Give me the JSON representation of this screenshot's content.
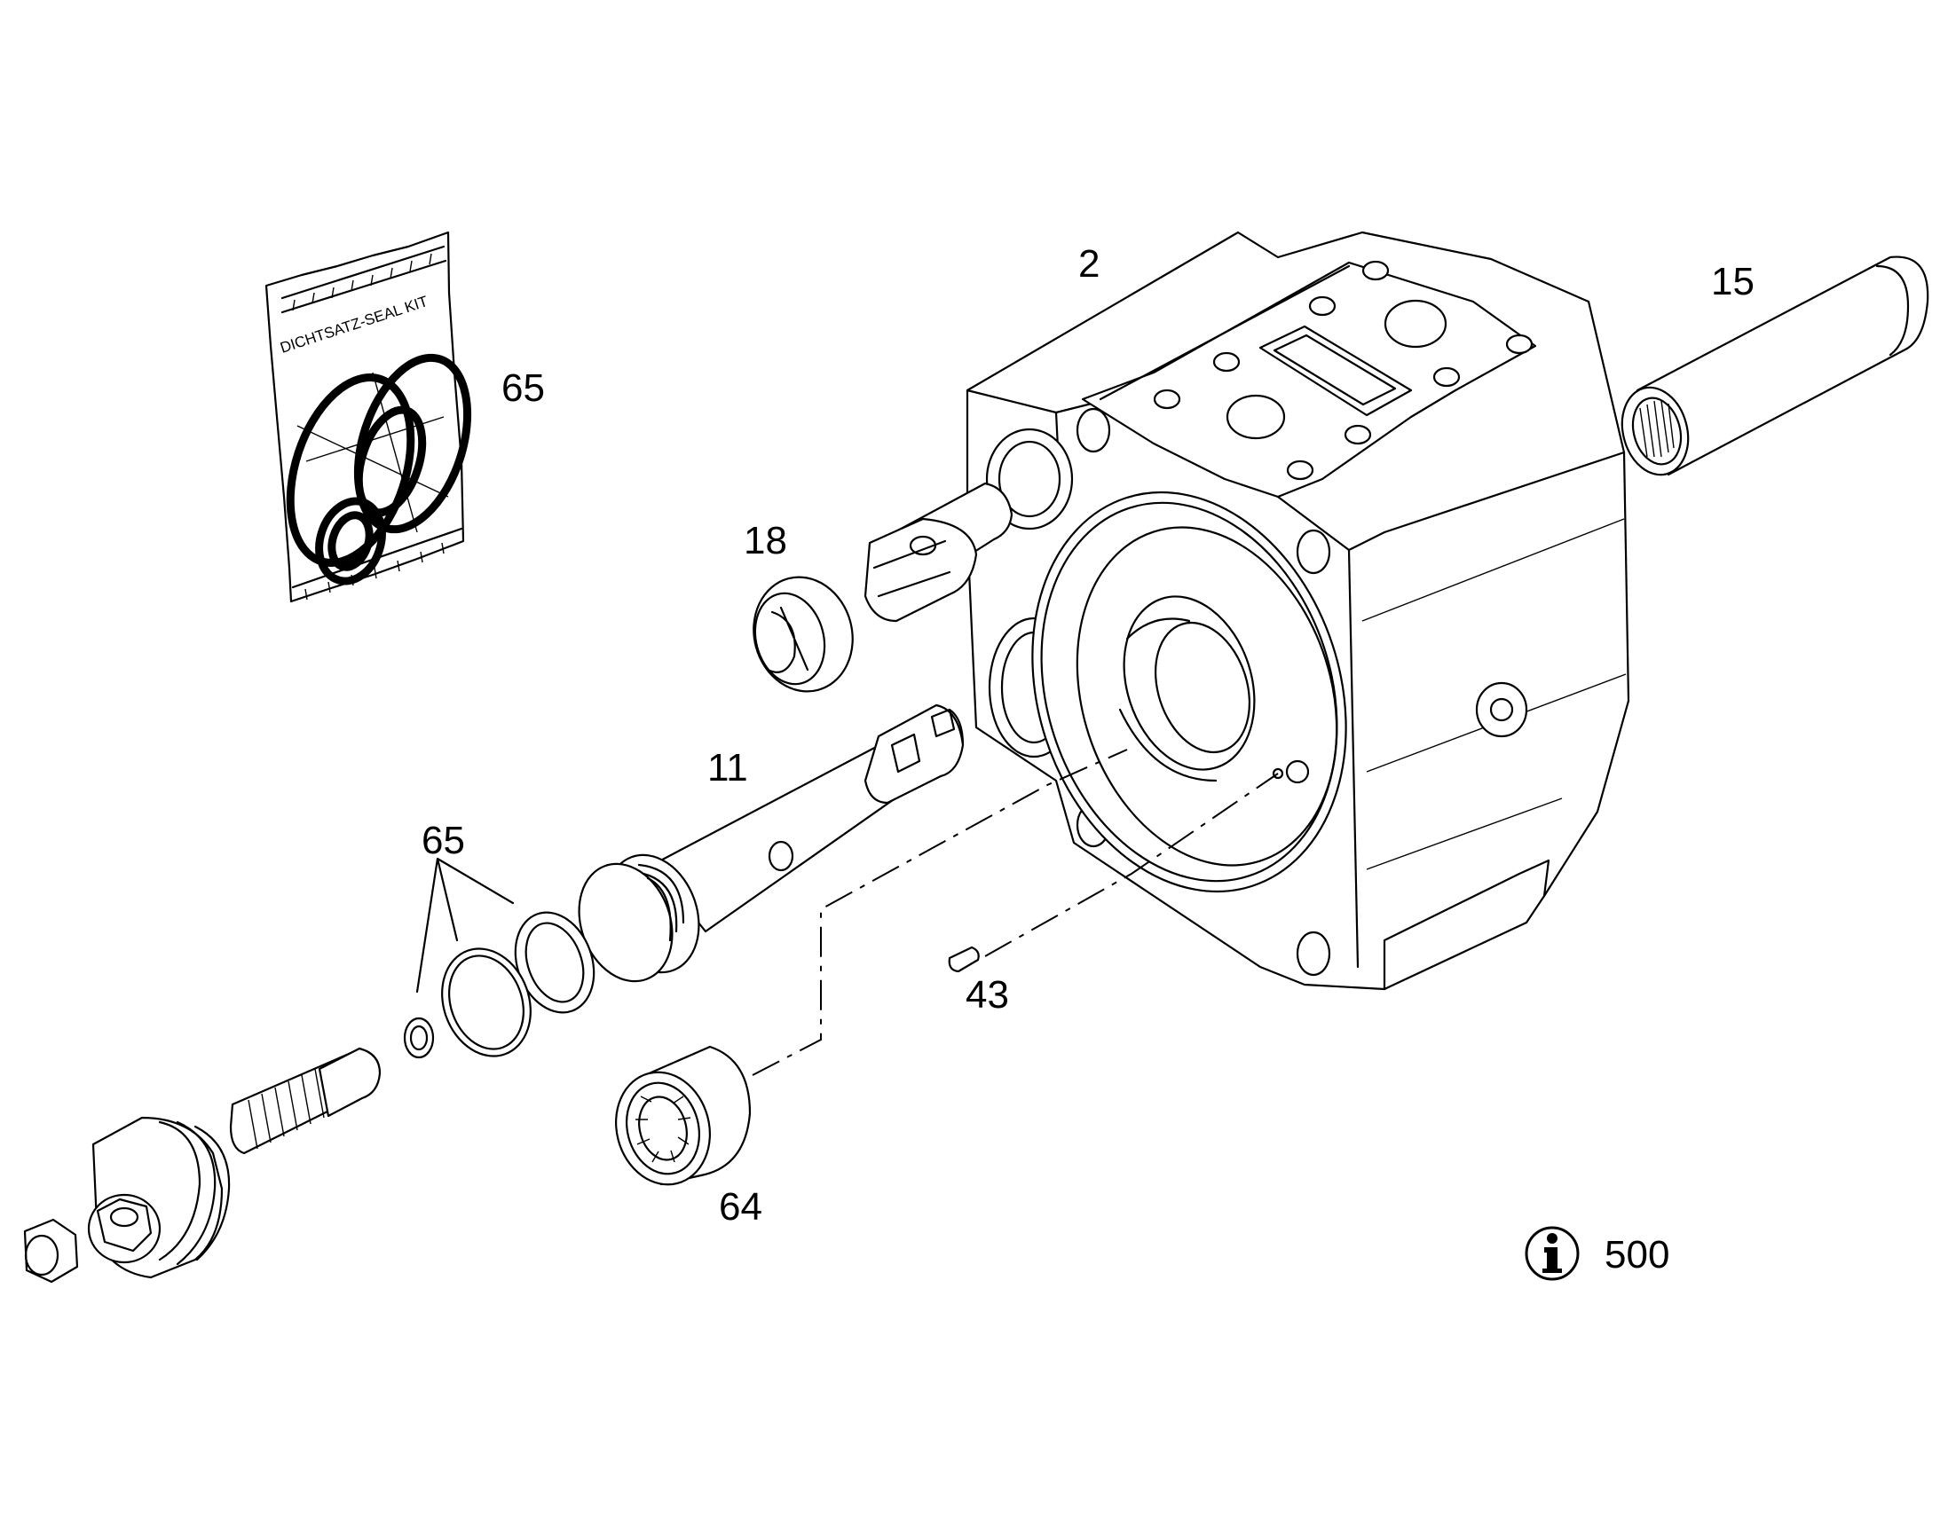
{
  "callouts": {
    "housing": "2",
    "needle_sleeve": "15",
    "seal_kit": "65",
    "spool_cap": "18",
    "shaft": "11",
    "seal_rings": "65",
    "pin": "43",
    "bearing": "64"
  },
  "seal_kit_bag_text": "DICHTSATZ-SEAL KIT",
  "info": {
    "icon": "info-icon",
    "number": "500"
  }
}
